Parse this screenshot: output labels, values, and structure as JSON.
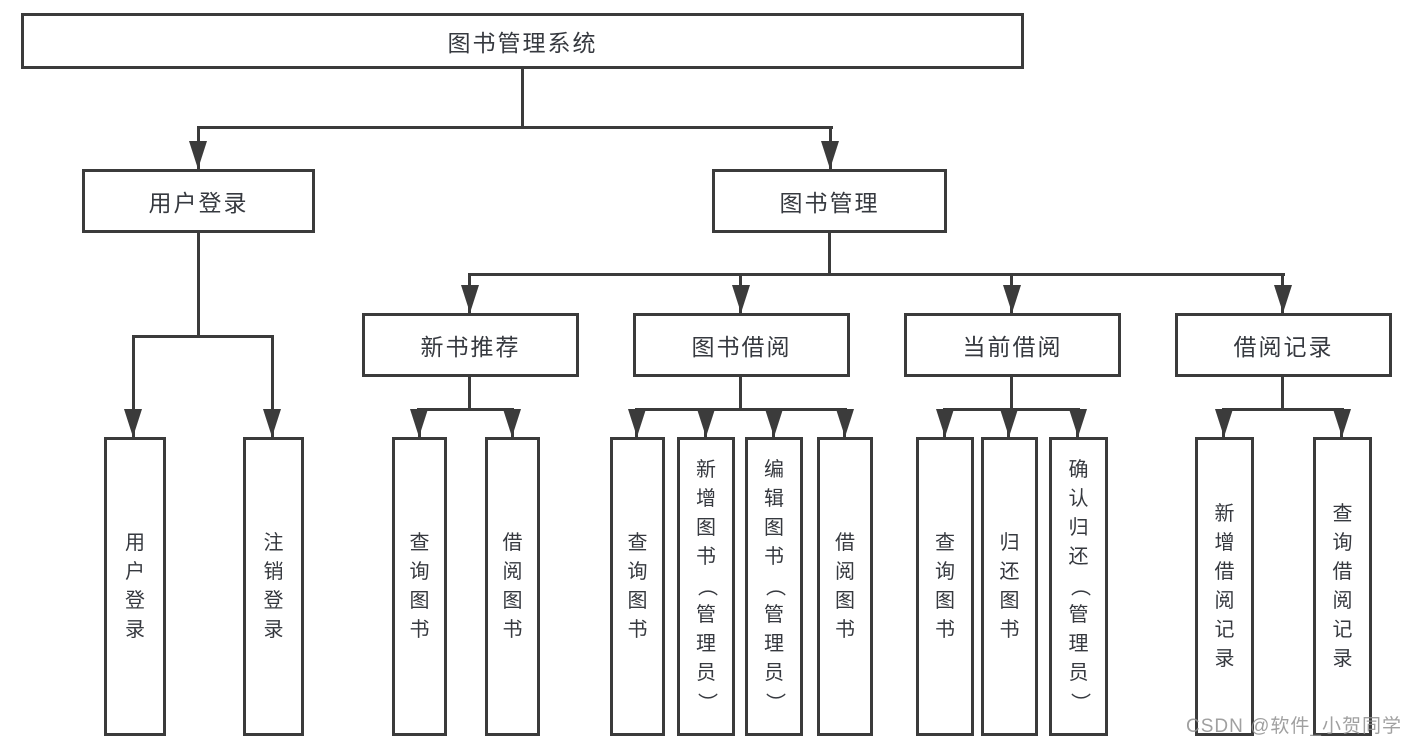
{
  "colors": {
    "background": "#ffffff",
    "line": "#3b3b3b",
    "box_border": "#3b3b3b",
    "text": "#36393f",
    "watermark": "#909090"
  },
  "tree": {
    "label": "图书管理系统",
    "children": [
      {
        "label": "用户登录",
        "children": [
          {
            "label": "用户登录"
          },
          {
            "label": "注销登录"
          }
        ]
      },
      {
        "label": "图书管理",
        "children": [
          {
            "label": "新书推荐",
            "children": [
              {
                "label": "查询图书"
              },
              {
                "label": "借阅图书"
              }
            ]
          },
          {
            "label": "图书借阅",
            "children": [
              {
                "label": "查询图书"
              },
              {
                "label": "新增图书（管理员）"
              },
              {
                "label": "编辑图书（管理员）"
              },
              {
                "label": "借阅图书"
              }
            ]
          },
          {
            "label": "当前借阅",
            "children": [
              {
                "label": "查询图书"
              },
              {
                "label": "归还图书"
              },
              {
                "label": "确认归还（管理员）"
              }
            ]
          },
          {
            "label": "借阅记录",
            "children": [
              {
                "label": "新增借阅记录"
              },
              {
                "label": "查询借阅记录"
              }
            ]
          }
        ]
      }
    ]
  },
  "watermark": {
    "text": "CSDN @软件_小贺同学"
  }
}
